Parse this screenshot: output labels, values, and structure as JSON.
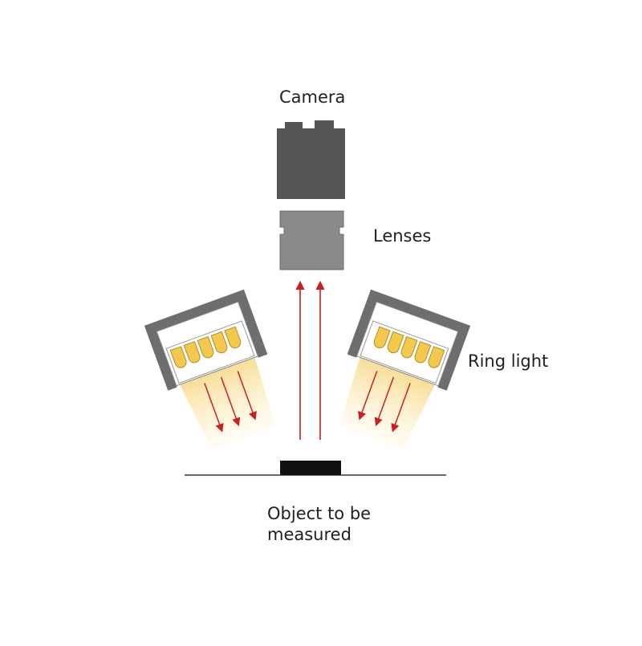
{
  "labels": {
    "camera": "Camera",
    "lenses": "Lenses",
    "ring_light": "Ring light",
    "object_line1": "Object to be",
    "object_line2": "measured"
  },
  "colors": {
    "camera_body": "#555555",
    "lens_body": "#8a8a8a",
    "ray": "#cc1f1f",
    "led": "#f2c94c",
    "light_glow": "#fbe7b0",
    "light_housing": "#6e6e6e",
    "object": "#111111",
    "ground_line": "#333333"
  },
  "icons": {
    "camera": "camera-icon",
    "lens": "lens-icon",
    "ring_light": "ring-light-icon"
  }
}
